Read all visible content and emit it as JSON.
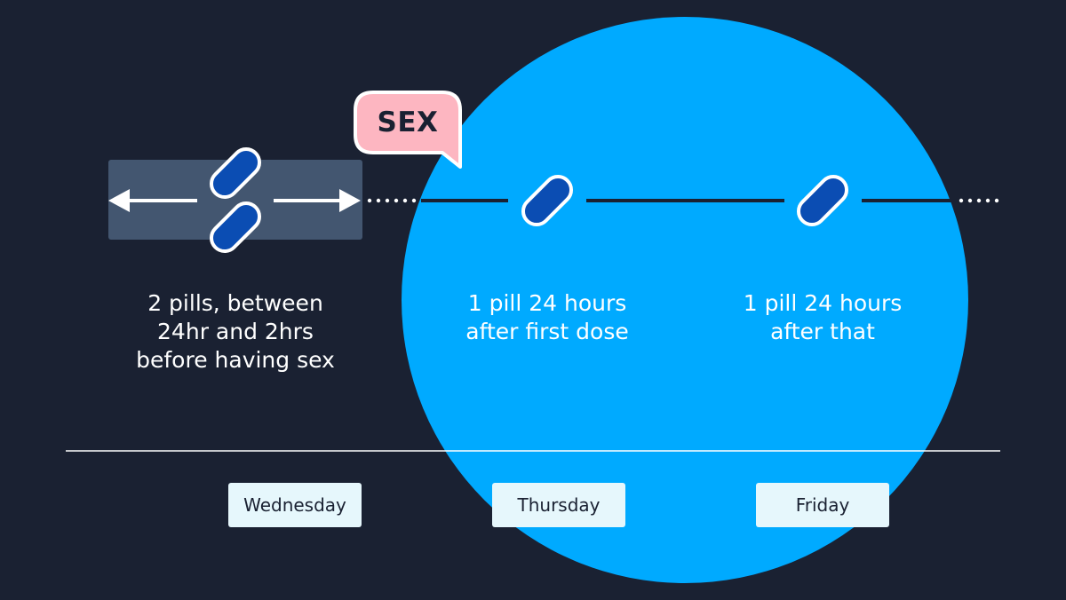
{
  "colors": {
    "background": "#1a2132",
    "circle": "#00aaff",
    "pill": "#0b4db3",
    "bubble": "#fdb6c1",
    "window_box": "#435670",
    "day_badge": "#e6f7fc"
  },
  "bubble": {
    "text": "SEX"
  },
  "steps": [
    {
      "lines": [
        "2 pills, between",
        "24hr and 2hrs",
        "before having sex"
      ]
    },
    {
      "lines": [
        "1 pill 24 hours",
        "after first dose"
      ]
    },
    {
      "lines": [
        "1 pill 24 hours",
        "after that"
      ]
    }
  ],
  "days": [
    "Wednesday",
    "Thursday",
    "Friday"
  ]
}
